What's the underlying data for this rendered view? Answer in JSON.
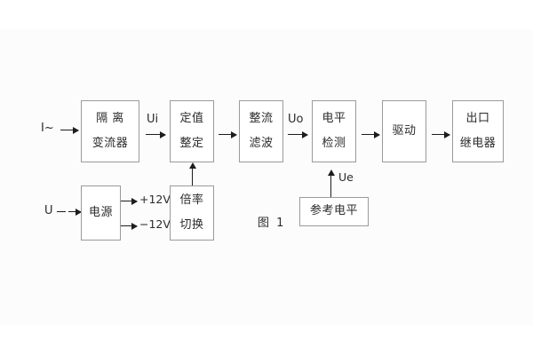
{
  "figure": {
    "caption": "图 1",
    "colors": {
      "box_border": "#9a9a9a",
      "line": "#1d1d1d",
      "text": "#2b2b2b",
      "panel_bg": "#fcfcfd",
      "page_bg": "#ffffff"
    }
  },
  "blocks": {
    "isolation_ct": {
      "line1": "隔 离",
      "line2": "变流器"
    },
    "setting": {
      "line1": "定值",
      "line2": "整定"
    },
    "rectify_filter": {
      "line1": "整流",
      "line2": "滤波"
    },
    "level_detect": {
      "line1": "电平",
      "line2": "检测"
    },
    "drive": {
      "line1": "驱动"
    },
    "output_relay": {
      "line1": "出口",
      "line2": "继电器"
    },
    "power_supply": {
      "line1": "电源"
    },
    "multiplier_switch": {
      "line1": "倍率",
      "line2": "切换"
    },
    "reference_level": {
      "line1": "参考电平"
    }
  },
  "signals": {
    "current_input": "I~",
    "voltage_input": "U",
    "ui": "Ui",
    "uo": "Uo",
    "ue": "Ue",
    "rail_pos": "+12V",
    "rail_neg": "−12V"
  }
}
